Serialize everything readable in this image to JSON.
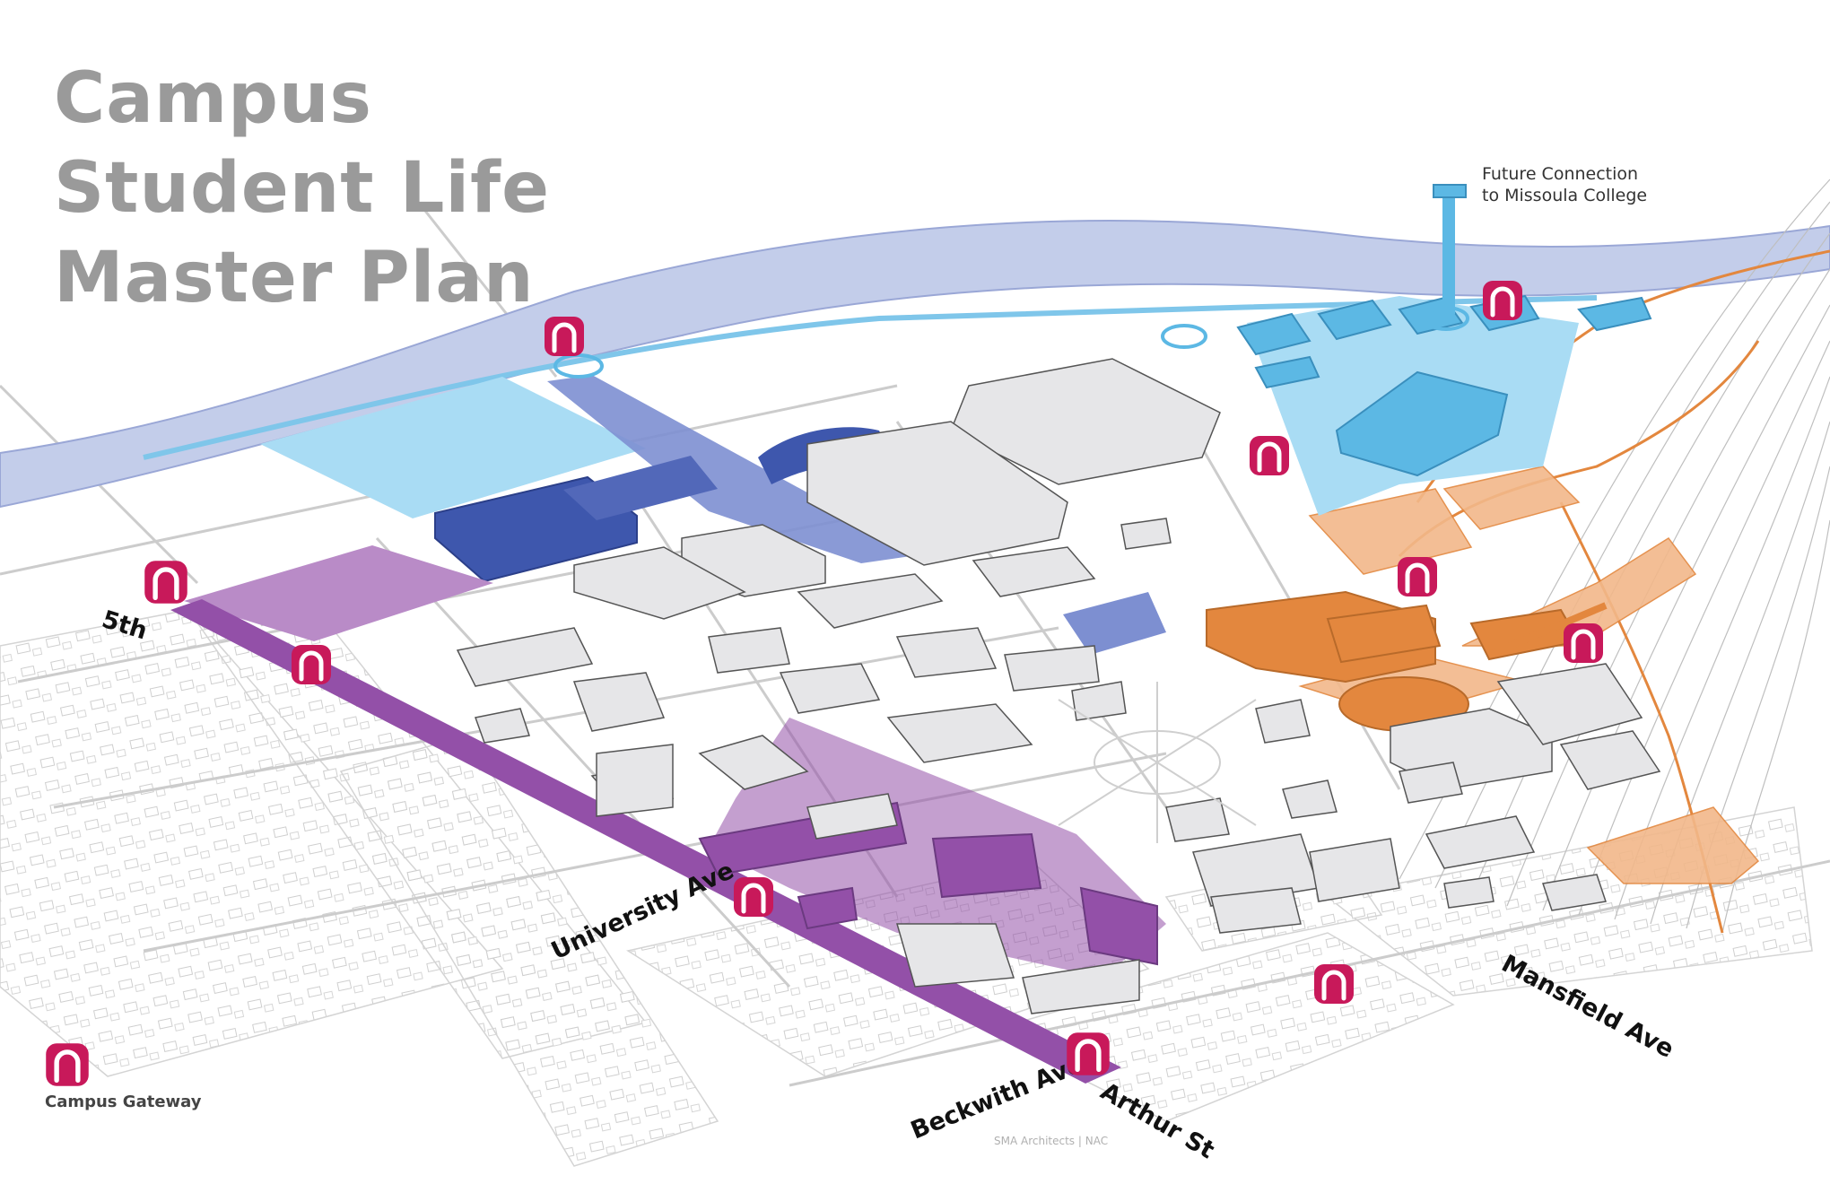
{
  "title": {
    "lines": [
      "Campus",
      "Student Life",
      "Master Plan"
    ]
  },
  "callout": {
    "lines": [
      "Future Connection",
      "to Missoula College"
    ]
  },
  "streets": {
    "fifth": "5th",
    "university": "University Ave",
    "mansfield": "Mansfield Ave",
    "beckwith": "Beckwith Ave",
    "arthur": "Arthur St"
  },
  "legend": {
    "gateway_label": "Campus Gateway",
    "icon": "arch-gateway-icon"
  },
  "credit": "SMA Architects | NAC",
  "colors": {
    "gateway": "#c8195a",
    "river": "#c3cdea",
    "light_blue_zone": "#a9dcf4",
    "sky_blue": "#5cb8e4",
    "navy": "#3e57ad",
    "purple": "#9350a8",
    "lavender": "#b98bc7",
    "orange": "#e3873e",
    "peach": "#f2b88a",
    "building": "#e6e6e8",
    "title": "#9a9a9a"
  }
}
